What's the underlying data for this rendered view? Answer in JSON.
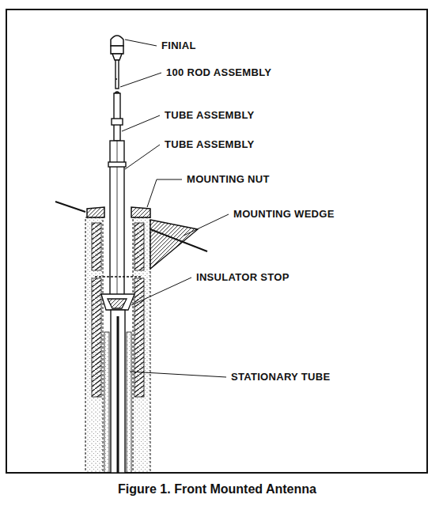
{
  "diagram": {
    "caption": "Figure 1. Front Mounted Antenna",
    "labels": [
      "FINIAL",
      "100 ROD ASSEMBLY",
      "TUBE ASSEMBLY",
      "TUBE ASSEMBLY",
      "MOUNTING NUT",
      "MOUNTING WEDGE",
      "INSULATOR STOP",
      "STATIONARY TUBE"
    ]
  }
}
